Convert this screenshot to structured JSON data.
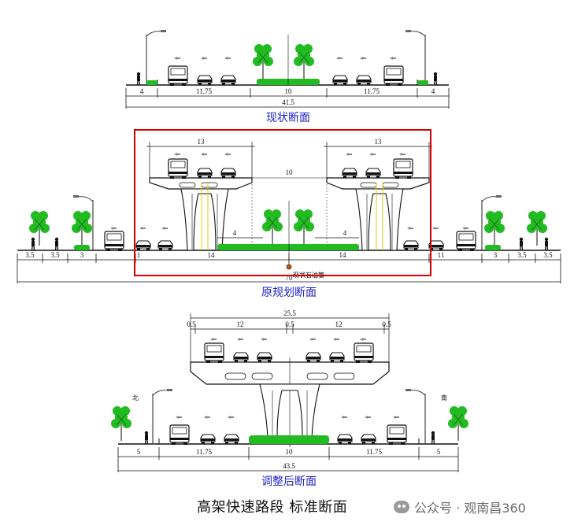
{
  "sections": {
    "existing": {
      "caption": "现状断面",
      "dims": [
        "4",
        "11.75",
        "10",
        "11.75",
        "4"
      ],
      "total": "41.5"
    },
    "original": {
      "caption": "原规划断面",
      "dims_bottom": [
        "3.5",
        "3.5",
        "3",
        "1",
        "14",
        "14",
        "11",
        "3",
        "3.5",
        "3.5"
      ],
      "dims_top": [
        "13",
        "13"
      ],
      "gap": "10",
      "median": [
        "4",
        "4"
      ],
      "pipe_label": "现状石油管",
      "total": "70",
      "highlight_color": "#dd0000"
    },
    "adjusted": {
      "caption": "调整后断面",
      "dims_top": [
        "0.5",
        "12",
        "0.5",
        "12",
        "0.5"
      ],
      "top_total": "25.5",
      "dims": [
        "5",
        "11.75",
        "10",
        "11.75",
        "5"
      ],
      "total": "43.5",
      "north": "北",
      "south": "南"
    }
  },
  "footer_title": "高架快速路段  标准断面",
  "watermark": "公众号 · 观南昌360",
  "colors": {
    "caption": "#2222cc",
    "green": "#22bb22",
    "highlight": "#dd0000"
  }
}
